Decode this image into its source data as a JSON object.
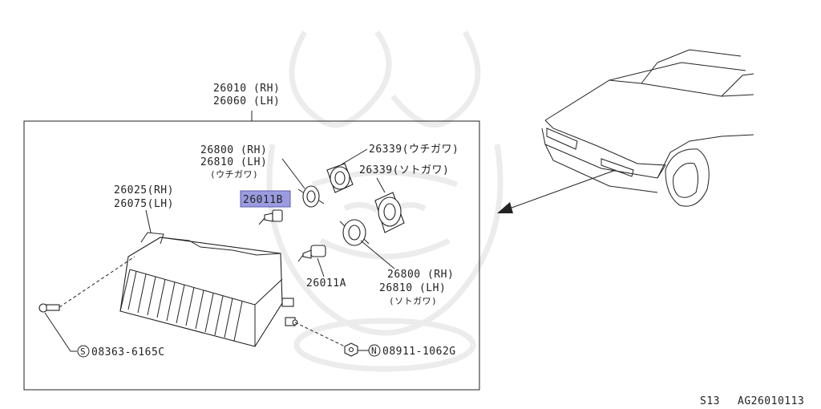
{
  "housing_rh": "26010 (RH)",
  "housing_lh": "26060 (LH)",
  "socket_in_rh": "26800 (RH)",
  "socket_in_lh": "26810 (LH)",
  "socket_in_note": "(ウチガワ)",
  "cover_in": "26339(ウチガワ)",
  "cover_out": "26339(ソトガワ)",
  "lens_rh": "26025(RH)",
  "lens_lh": "26075(LH)",
  "bulb_b": "26011B",
  "bulb_a": "26011A",
  "socket_out_rh": "26800 (RH)",
  "socket_out_lh": "26810 (LH)",
  "socket_out_note": "(ソトガワ)",
  "screw_prefix": "S",
  "screw_code": "08363-6165C",
  "nut_prefix": "N",
  "nut_code": "08911-1062G",
  "model_code": "S13",
  "drawing_code": "AG26010113",
  "highlight_color": "#9b9be0"
}
